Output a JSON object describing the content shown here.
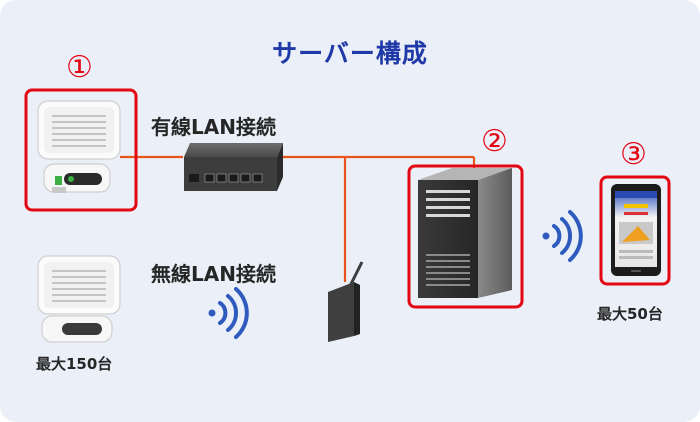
{
  "title": "サーバー構成",
  "markers": [
    "①",
    "②",
    "③"
  ],
  "wired_label": "有線LAN接続",
  "wireless_label": "無線LAN接続",
  "sensor_count_label": "最大150台",
  "device_count_label": "最大50台",
  "colors": {
    "title": "#1f3aa8",
    "highlight": "#e30613",
    "cable": "#e8541c",
    "wifi": "#2e5bbd",
    "background": "#eaeff8"
  },
  "icons": [
    "sensor-device-icon",
    "network-switch-icon",
    "server-tower-icon",
    "smartphone-icon",
    "router-icon",
    "wifi-signal-icon"
  ]
}
